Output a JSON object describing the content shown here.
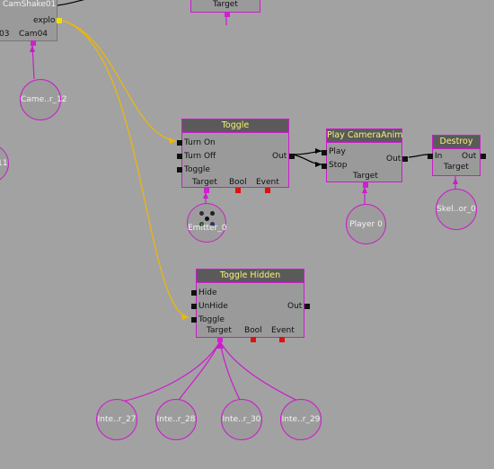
{
  "colors": {
    "background": "#a2a2a2",
    "node_border": "#cc1bcc",
    "title_text": "#f4f47a",
    "wire_yellow": "#f0b800",
    "wire_black": "#000000",
    "var_link": "#cc1bcc"
  },
  "top_node": {
    "labels": [
      "CamShake01",
      "explo",
      "03",
      "Cam04"
    ]
  },
  "target_stub": {
    "label": "Target"
  },
  "toggle": {
    "title": "Toggle",
    "inputs": [
      "Turn On",
      "Turn Off",
      "Toggle"
    ],
    "output": "Out",
    "vars": [
      "Target",
      "Bool",
      "Event"
    ]
  },
  "play_camera": {
    "title": "Play CameraAnim",
    "inputs": [
      "Play",
      "Stop"
    ],
    "output": "Out",
    "vars": [
      "Target"
    ]
  },
  "destroy": {
    "title": "Destroy",
    "inputs": [
      "In"
    ],
    "output": "Out",
    "vars": [
      "Target"
    ]
  },
  "toggle_hidden": {
    "title": "Toggle Hidden",
    "inputs": [
      "Hide",
      "UnHide",
      "Toggle"
    ],
    "output": "Out",
    "vars": [
      "Target",
      "Bool",
      "Event"
    ]
  },
  "variables": {
    "camera": "Came..r_12",
    "emitter": "Emitter_0",
    "player": "Player 0",
    "skeletal": "Skel..or_0",
    "edge_left": "11",
    "inter_27": "Inte..r_27",
    "inter_28": "Inte..r_28",
    "inter_30": "Inte..r_30",
    "inter_29": "Inte..r_29"
  },
  "icons": {
    "emitter_icon": "particle-emitter-icon"
  }
}
